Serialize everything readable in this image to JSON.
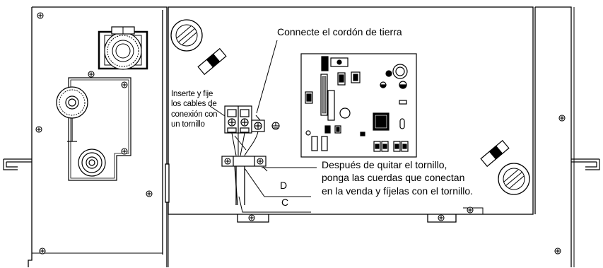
{
  "labels": {
    "ground": "Connecte el cordón de tierra",
    "insert": [
      "Inserte y fije",
      "los cables de",
      "conexión con",
      "un tornillo"
    ],
    "after": [
      "Después de quitar el tornillo,",
      "ponga las cuerdas que conectan",
      "en la venda y fíjelas con el tornillo."
    ],
    "d": "D",
    "c": "C"
  },
  "icons": {
    "screw": "screw-icon",
    "grommet": "grommet-icon",
    "ground_symbol": "ground-symbol-icon",
    "terminal_block": "terminal-block-icon",
    "pcb": "circuit-board-icon"
  },
  "colors": {
    "line": "#000000",
    "background": "#ffffff"
  }
}
